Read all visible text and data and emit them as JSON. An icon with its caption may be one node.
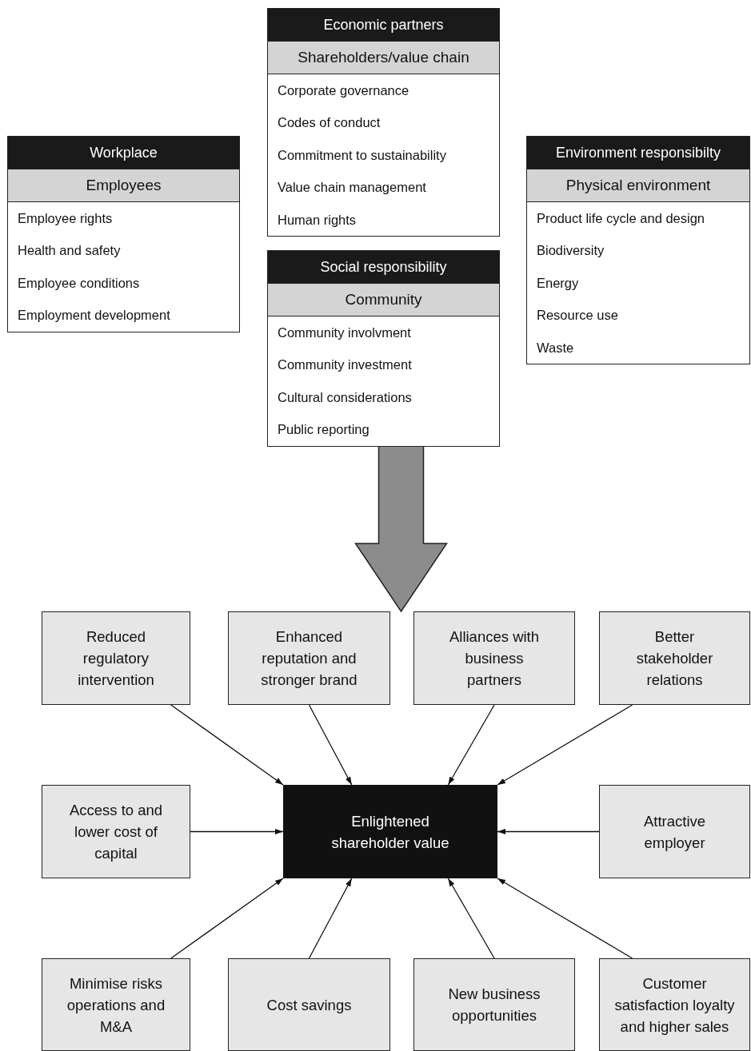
{
  "diagram": {
    "nodes": [
      {
        "text": [
          "Economic partners",
          "Shareholders/value chain",
          "Corporate governance",
          "Codes of conduct",
          "Commitment to sustainability",
          "Value chain management",
          "Human rights"
        ]
      },
      {
        "text": [
          "Workplace",
          "Employees",
          "Employee rights",
          "Health and safety",
          "Employee conditions",
          "Employment development"
        ]
      },
      {
        "text": [
          "Environment responsibilty",
          "Physical environment",
          "Product life cycle and design",
          "Biodiversity",
          "Energy",
          "Resource use",
          "Waste"
        ]
      },
      {
        "text": [
          "Social responsibility",
          "Community",
          "Community involvment",
          "Community investment",
          "Cultural considerations",
          "Public reporting"
        ]
      },
      {
        "text": [
          "Reduced regulatory intervention"
        ]
      },
      {
        "text": [
          "Enhanced reputation and stronger brand"
        ]
      },
      {
        "text": [
          "Alliances with business partners"
        ]
      },
      {
        "text": [
          "Better stakeholder relations"
        ]
      },
      {
        "text": [
          "Access to and lower cost of capital"
        ]
      },
      {
        "text": [
          "Enlightened shareholder value"
        ]
      },
      {
        "text": [
          "Attractive employer"
        ]
      },
      {
        "text": [
          "Minimise risks operations and M&A"
        ]
      },
      {
        "text": [
          "Cost savings"
        ]
      },
      {
        "text": [
          "New business opportunities"
        ]
      },
      {
        "text": [
          "Customer satisfaction loyalty and higher sales"
        ]
      }
    ],
    "edges": [
      {
        "from": 4,
        "to": 9,
        "arrow": "to"
      },
      {
        "from": 5,
        "to": 9,
        "arrow": "to"
      },
      {
        "from": 6,
        "to": 9,
        "arrow": "to"
      },
      {
        "from": 7,
        "to": 9,
        "arrow": "to"
      },
      {
        "from": 8,
        "to": 9,
        "arrow": "to"
      },
      {
        "from": 10,
        "to": 9,
        "arrow": "to"
      },
      {
        "from": 11,
        "to": 9,
        "arrow": "to"
      },
      {
        "from": 12,
        "to": 9,
        "arrow": "to"
      },
      {
        "from": 13,
        "to": 9,
        "arrow": "to"
      },
      {
        "from": 14,
        "to": 9,
        "arrow": "to"
      },
      {
        "from": 3,
        "to": null,
        "arrow": "to",
        "style": "thick"
      }
    ]
  }
}
